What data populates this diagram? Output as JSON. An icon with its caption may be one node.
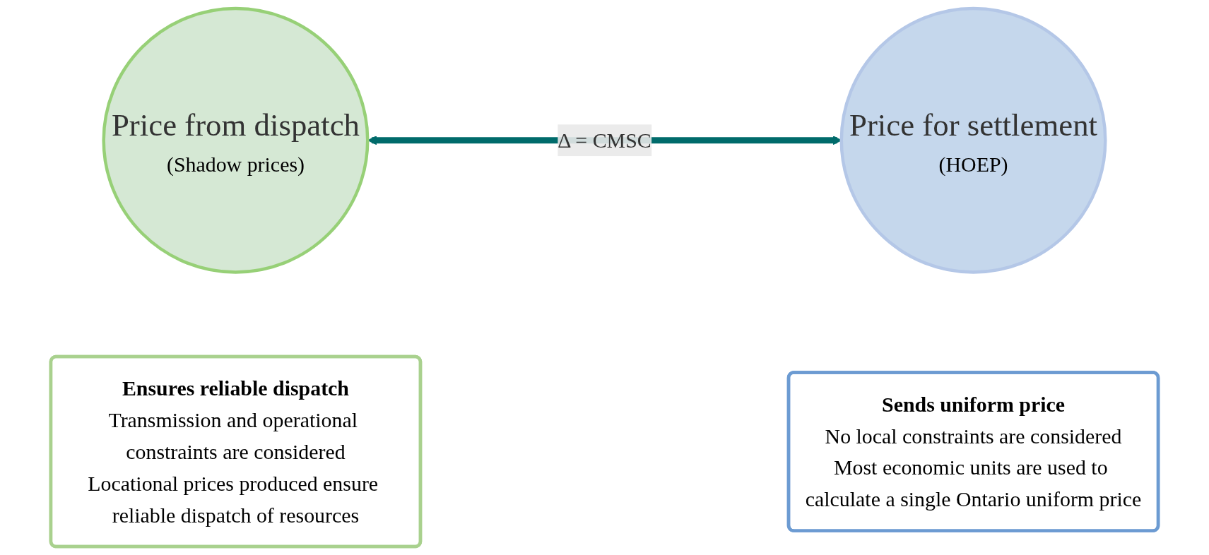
{
  "diagram": {
    "nodes": [
      {
        "text": [
          "Price from dispatch",
          "(Shadow prices)"
        ]
      },
      {
        "text": [
          "Price for settlement",
          "(HOEP)"
        ]
      },
      {
        "text": [
          "Ensures reliable dispatch",
          "Transmission and operational constraints are considered",
          "Locational prices produced ensure reliable dispatch of resources"
        ]
      },
      {
        "text": [
          "Sends uniform price",
          "No local constraints are considered",
          "Most economic units are used to calculate a single Ontario uniform price"
        ]
      }
    ],
    "edges": [
      {
        "from": 0,
        "to": 1,
        "arrow": "both",
        "label": "Δ = CMSC",
        "color": "#006b6b"
      }
    ]
  }
}
